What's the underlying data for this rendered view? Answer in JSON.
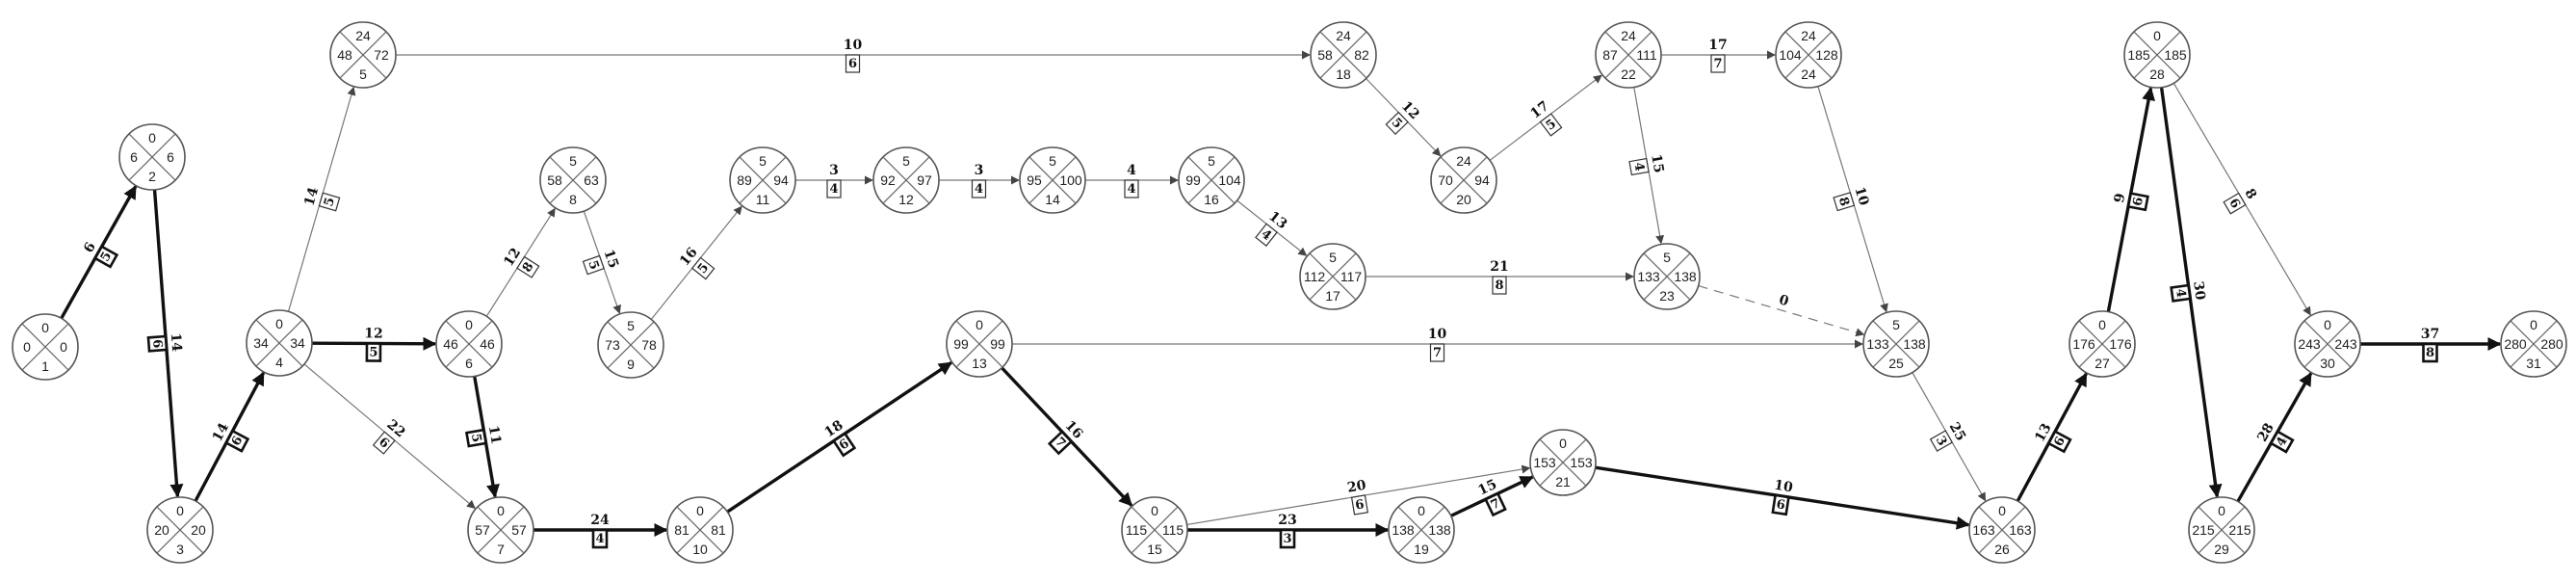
{
  "diagram": {
    "type": "network-graph",
    "node_fields": [
      "earliest_time",
      "latest_time",
      "reserve",
      "event_number"
    ],
    "nodes": [
      {
        "n": "1",
        "early": "0",
        "late": "0",
        "reserve": "0"
      },
      {
        "n": "2",
        "early": "6",
        "late": "6",
        "reserve": "0"
      },
      {
        "n": "3",
        "early": "20",
        "late": "20",
        "reserve": "0"
      },
      {
        "n": "4",
        "early": "34",
        "late": "34",
        "reserve": "0"
      },
      {
        "n": "5",
        "early": "48",
        "late": "72",
        "reserve": "24"
      },
      {
        "n": "6",
        "early": "46",
        "late": "46",
        "reserve": "0"
      },
      {
        "n": "7",
        "early": "57",
        "late": "57",
        "reserve": "0"
      },
      {
        "n": "8",
        "early": "58",
        "late": "63",
        "reserve": "5"
      },
      {
        "n": "9",
        "early": "73",
        "late": "78",
        "reserve": "5"
      },
      {
        "n": "10",
        "early": "81",
        "late": "81",
        "reserve": "0"
      },
      {
        "n": "11",
        "early": "89",
        "late": "94",
        "reserve": "5"
      },
      {
        "n": "12",
        "early": "92",
        "late": "97",
        "reserve": "5"
      },
      {
        "n": "13",
        "early": "99",
        "late": "99",
        "reserve": "0"
      },
      {
        "n": "14",
        "early": "95",
        "late": "100",
        "reserve": "5"
      },
      {
        "n": "15",
        "early": "115",
        "late": "115",
        "reserve": "0"
      },
      {
        "n": "16",
        "early": "99",
        "late": "104",
        "reserve": "5"
      },
      {
        "n": "17",
        "early": "112",
        "late": "117",
        "reserve": "5"
      },
      {
        "n": "18",
        "early": "58",
        "late": "82",
        "reserve": "24"
      },
      {
        "n": "19",
        "early": "138",
        "late": "138",
        "reserve": "0"
      },
      {
        "n": "20",
        "early": "70",
        "late": "94",
        "reserve": "24"
      },
      {
        "n": "21",
        "early": "153",
        "late": "153",
        "reserve": "0"
      },
      {
        "n": "22",
        "early": "87",
        "late": "111",
        "reserve": "24"
      },
      {
        "n": "23",
        "early": "133",
        "late": "138",
        "reserve": "5"
      },
      {
        "n": "24",
        "early": "104",
        "late": "128",
        "reserve": "24"
      },
      {
        "n": "25",
        "early": "133",
        "late": "138",
        "reserve": "5"
      },
      {
        "n": "26",
        "early": "163",
        "late": "163",
        "reserve": "0"
      },
      {
        "n": "27",
        "early": "176",
        "late": "176",
        "reserve": "0"
      },
      {
        "n": "28",
        "early": "185",
        "late": "185",
        "reserve": "0"
      },
      {
        "n": "29",
        "early": "215",
        "late": "215",
        "reserve": "0"
      },
      {
        "n": "30",
        "early": "243",
        "late": "243",
        "reserve": "0"
      },
      {
        "n": "31",
        "early": "280",
        "late": "280",
        "reserve": "0"
      }
    ],
    "edges": [
      {
        "from": "1",
        "to": "2",
        "duration": "6",
        "box": "5",
        "critical": true
      },
      {
        "from": "2",
        "to": "3",
        "duration": "14",
        "box": "6",
        "critical": true
      },
      {
        "from": "3",
        "to": "4",
        "duration": "14",
        "box": "6",
        "critical": true
      },
      {
        "from": "4",
        "to": "5",
        "duration": "14",
        "box": "5",
        "critical": false
      },
      {
        "from": "4",
        "to": "6",
        "duration": "12",
        "box": "5",
        "critical": true
      },
      {
        "from": "4",
        "to": "7",
        "duration": "22",
        "box": "6",
        "critical": false
      },
      {
        "from": "6",
        "to": "7",
        "duration": "11",
        "box": "5",
        "critical": true
      },
      {
        "from": "6",
        "to": "8",
        "duration": "12",
        "box": "8",
        "critical": false
      },
      {
        "from": "8",
        "to": "9",
        "duration": "15",
        "box": "5",
        "critical": false
      },
      {
        "from": "9",
        "to": "11",
        "duration": "16",
        "box": "5",
        "critical": false
      },
      {
        "from": "11",
        "to": "12",
        "duration": "3",
        "box": "4",
        "critical": false
      },
      {
        "from": "12",
        "to": "14",
        "duration": "3",
        "box": "4",
        "critical": false
      },
      {
        "from": "14",
        "to": "16",
        "duration": "4",
        "box": "4",
        "critical": false
      },
      {
        "from": "16",
        "to": "17",
        "duration": "13",
        "box": "4",
        "critical": false
      },
      {
        "from": "17",
        "to": "23",
        "duration": "21",
        "box": "8",
        "critical": false
      },
      {
        "from": "7",
        "to": "10",
        "duration": "24",
        "box": "4",
        "critical": true
      },
      {
        "from": "10",
        "to": "13",
        "duration": "18",
        "box": "6",
        "critical": true
      },
      {
        "from": "13",
        "to": "25",
        "duration": "10",
        "box": "7",
        "critical": false
      },
      {
        "from": "13",
        "to": "15",
        "duration": "16",
        "box": "7",
        "critical": true
      },
      {
        "from": "15",
        "to": "19",
        "duration": "23",
        "box": "3",
        "critical": true
      },
      {
        "from": "15",
        "to": "21",
        "duration": "20",
        "box": "6",
        "critical": false
      },
      {
        "from": "19",
        "to": "21",
        "duration": "15",
        "box": "7",
        "critical": true
      },
      {
        "from": "21",
        "to": "26",
        "duration": "10",
        "box": "6",
        "critical": true
      },
      {
        "from": "5",
        "to": "18",
        "duration": "10",
        "box": "6",
        "critical": false
      },
      {
        "from": "18",
        "to": "20",
        "duration": "12",
        "box": "5",
        "critical": false
      },
      {
        "from": "20",
        "to": "22",
        "duration": "17",
        "box": "5",
        "critical": false
      },
      {
        "from": "22",
        "to": "24",
        "duration": "17",
        "box": "7",
        "critical": false
      },
      {
        "from": "22",
        "to": "23",
        "duration": "15",
        "box": "4",
        "critical": false
      },
      {
        "from": "23",
        "to": "25",
        "duration": "0",
        "box": "",
        "dummy": true,
        "critical": false
      },
      {
        "from": "24",
        "to": "25",
        "duration": "10",
        "box": "8",
        "critical": false
      },
      {
        "from": "25",
        "to": "26",
        "duration": "25",
        "box": "3",
        "critical": false
      },
      {
        "from": "26",
        "to": "27",
        "duration": "13",
        "box": "6",
        "critical": true
      },
      {
        "from": "27",
        "to": "28",
        "duration": "9",
        "box": "6",
        "critical": true
      },
      {
        "from": "28",
        "to": "29",
        "duration": "30",
        "box": "4",
        "critical": true
      },
      {
        "from": "28",
        "to": "30",
        "duration": "8",
        "box": "6",
        "critical": false
      },
      {
        "from": "29",
        "to": "30",
        "duration": "28",
        "box": "4",
        "critical": true
      },
      {
        "from": "30",
        "to": "31",
        "duration": "37",
        "box": "8",
        "critical": true
      }
    ]
  }
}
